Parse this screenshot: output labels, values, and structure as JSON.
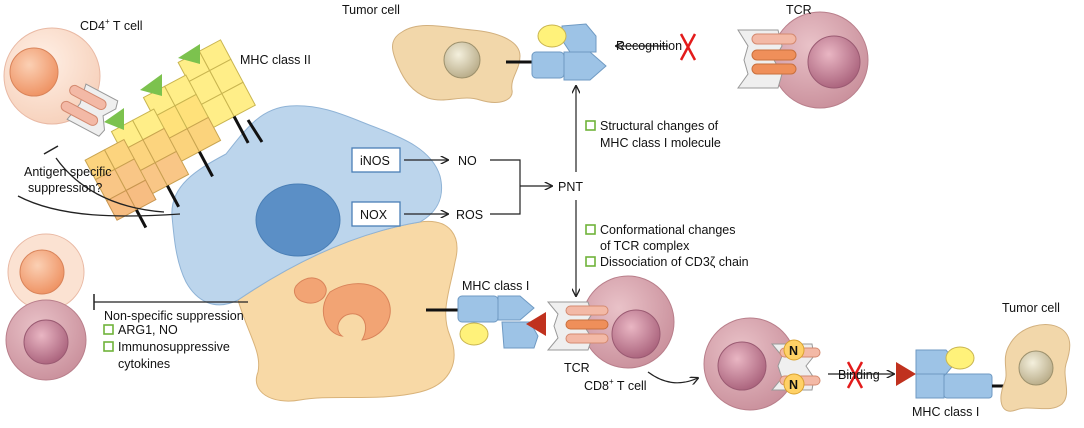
{
  "labels": {
    "cd4_cell_main": "CD4",
    "cd4_sup": "+",
    "cd4_cell_suffix": " T cell",
    "mhc_class_ii": "MHC class II",
    "tumor_cell_top": "Tumor cell",
    "tcr_top": "TCR",
    "recognition": "Recognition",
    "antigen_specific_1": "Antigen specific",
    "antigen_specific_2": "suppression?",
    "inos": "iNOS",
    "nox": "NOX",
    "no": "NO",
    "ros": "ROS",
    "pnt": "PNT",
    "structural_1": "Structural changes of",
    "structural_2": "MHC class I molecule",
    "conformational_1": "Conformational changes",
    "conformational_2": "of TCR complex",
    "dissociation": "Dissociation of CD3ζ chain",
    "mhc_class_i_left": "MHC class I",
    "tcr_bottom": "TCR",
    "nonspecific_title": "Non-specific suppression",
    "arg1": "ARG1, NO",
    "immuno_1": "Immunosuppressive",
    "immuno_2": "cytokines",
    "cd8_main": "CD8",
    "cd8_sup": "+",
    "cd8_suffix": " T cell",
    "n_top": "N",
    "n_bottom": "N",
    "binding": "Binding",
    "tumor_cell_bottom": "Tumor cell",
    "mhc_class_i_right": "MHC class I"
  },
  "colors": {
    "mdsc_blue": "#bcd5ec",
    "mdsc_orange": "#f8d9a6",
    "nucleus_blue": "#5a8fc6",
    "tcell_body": "#d7a5ad",
    "tcell_nucleus": "#c07a8d",
    "cd4_body": "#fbe2d2",
    "cd4_nucleus": "#f5a67c",
    "tumor_body": "#f2d7aa",
    "tumor_nucleus": "#cfc4a0",
    "mhc_blue": "#9dc3e6",
    "peptide_yellow": "#fff27a",
    "mhc2_yellow": "#ffee88",
    "mhc2_orange": "#f9c686",
    "antigen_green": "#7cc24e",
    "antigen_red": "#c0311e",
    "cross_red": "#e31b1b",
    "bullet_green": "#6fb33a",
    "tcr_pink": "#f3b9a6",
    "tcr_orange": "#ef8f5a"
  }
}
